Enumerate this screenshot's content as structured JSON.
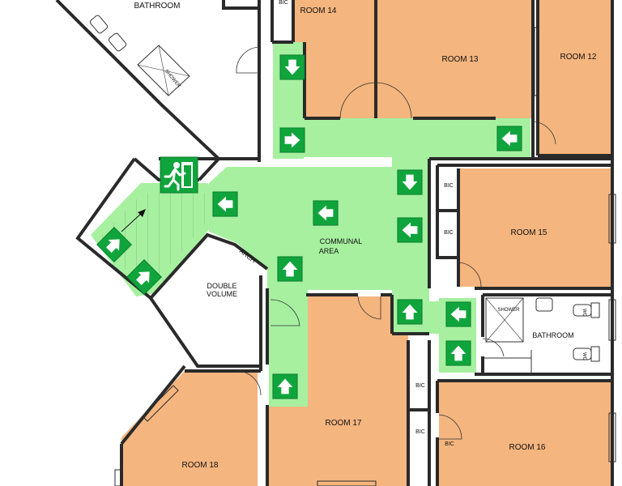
{
  "rooms": {
    "bathroom_top": "BATHROOM",
    "room14": "ROOM 14",
    "room13": "ROOM 13",
    "room12": "ROOM 12",
    "room15": "ROOM 15",
    "room16": "ROOM 16",
    "room17": "ROOM 17",
    "room18": "ROOM 18",
    "bathroom_right": "BATHROOM",
    "double_volume_1": "DOUBLE",
    "double_volume_2": "VOLUME",
    "communal_1": "COMMUNAL",
    "communal_2": "AREA"
  },
  "labels": {
    "bic": "BIC",
    "arch": "ARCH",
    "shower": "SHOWER",
    "wc": "WC"
  },
  "colors": {
    "room_fill": "#f5b57e",
    "escape_route": "#a6f0a0",
    "sign_green": "#10a53c",
    "wall": "#2a2a2a"
  },
  "exit_sign_icon": "running-man-exit-icon"
}
